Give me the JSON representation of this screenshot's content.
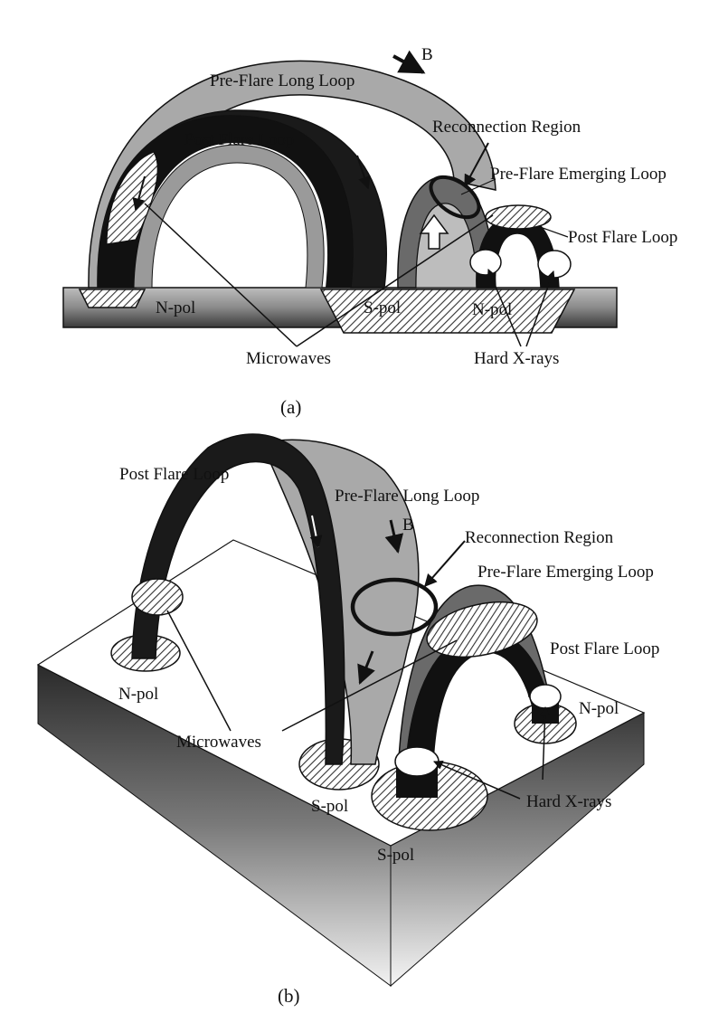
{
  "panel_a": {
    "caption": "(a)",
    "labels": {
      "b_field": "B",
      "pre_flare_long_loop": "Pre-Flare Long Loop",
      "post_flare_loop_left": "Post Flare Loop",
      "reconnection_region": "Reconnection Region",
      "pre_flare_emerging_loop": "Pre-Flare Emerging Loop",
      "post_flare_loop_right": "Post Flare Loop",
      "n_pol_left": "N-pol",
      "s_pol": "S-pol",
      "n_pol_right": "N-pol",
      "microwaves": "Microwaves",
      "hard_x_rays": "Hard X-rays"
    }
  },
  "panel_b": {
    "caption": "(b)",
    "labels": {
      "post_flare_loop_left": "Post Flare Loop",
      "pre_flare_long_loop": "Pre-Flare Long Loop",
      "b_field": "B",
      "reconnection_region": "Reconnection Region",
      "pre_flare_emerging_loop": "Pre-Flare Emerging Loop",
      "post_flare_loop_right": "Post Flare Loop",
      "n_pol_left": "N-pol",
      "n_pol_right": "N-pol",
      "microwaves": "Microwaves",
      "s_pol_left": "S-pol",
      "s_pol_right": "S-pol",
      "hard_x_rays": "Hard X-rays"
    }
  }
}
